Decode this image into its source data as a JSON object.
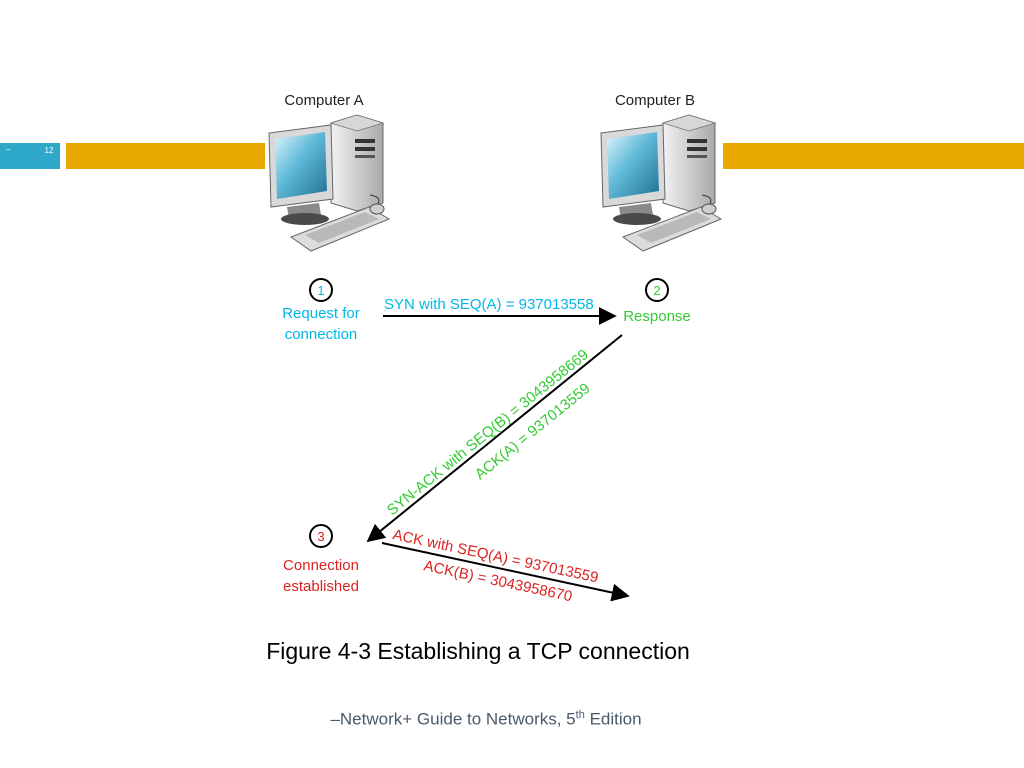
{
  "slide": {
    "number_marker": "–",
    "number": "12"
  },
  "diagram": {
    "computer_a": "Computer A",
    "computer_b": "Computer B",
    "steps": [
      {
        "num": "1",
        "label_line1": "Request for",
        "label_line2": "connection"
      },
      {
        "num": "2",
        "label_line1": "Response"
      },
      {
        "num": "3",
        "label_line1": "Connection",
        "label_line2": "established"
      }
    ],
    "arrows": {
      "syn": "SYN with SEQ(A) = 937013558",
      "synack_line1": "SYN-ACK with SEQ(B) = 3043958669",
      "synack_line2": "ACK(A) = 937013559",
      "ack_line1": "ACK with SEQ(A) = 937013559",
      "ack_line2": "ACK(B) = 3043958670"
    },
    "colors": {
      "step1": "#00b8e6",
      "step2": "#33cc33",
      "step3": "#dd2222"
    }
  },
  "caption": "Figure 4-3 Establishing a TCP connection",
  "footer": {
    "prefix": "–Network+ Guide to Networks, 5",
    "sup": "th",
    "suffix": " Edition"
  },
  "theme": {
    "accent_bar": "#e8a800",
    "number_box": "#2fa9c9"
  }
}
